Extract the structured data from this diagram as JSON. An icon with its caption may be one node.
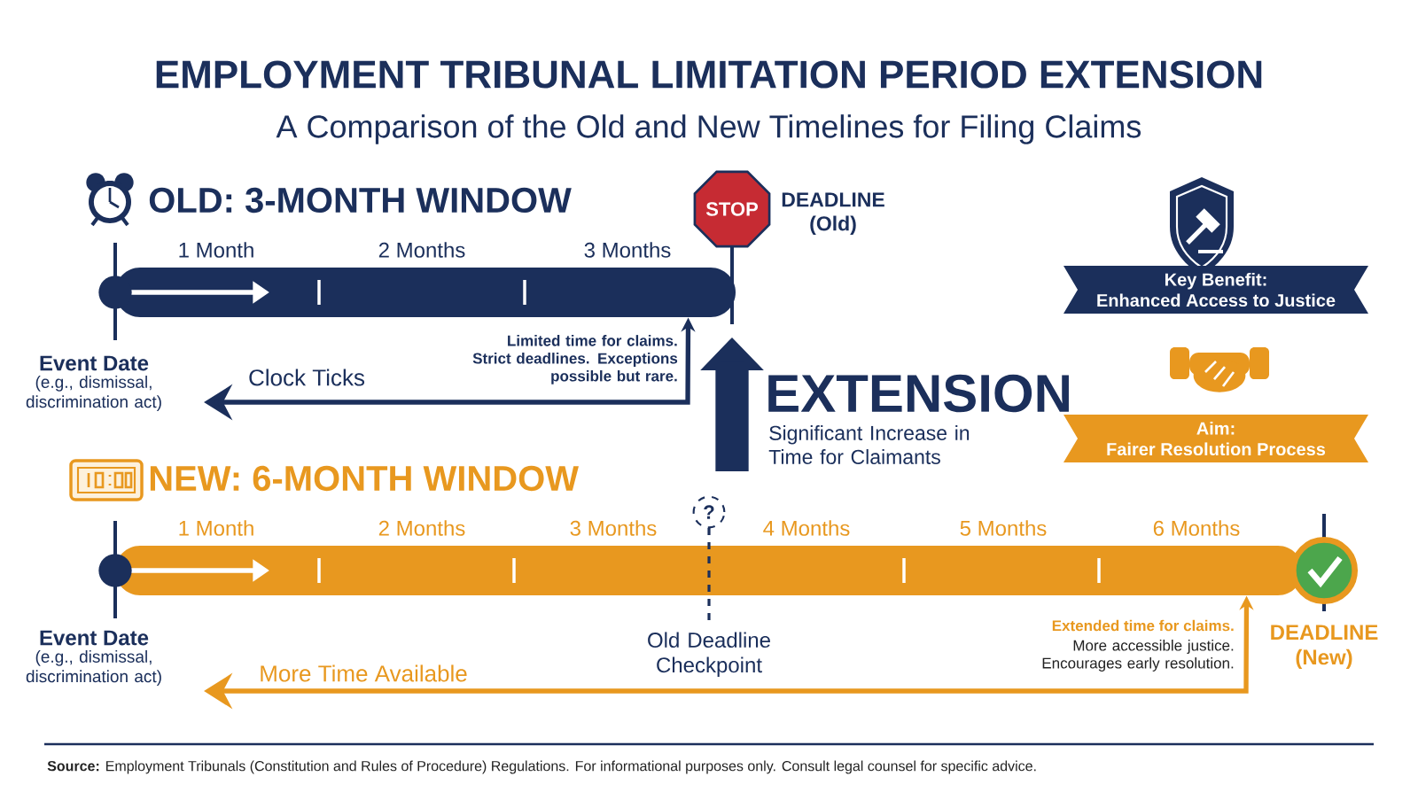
{
  "diagram": {
    "title": "EMPLOYMENT TRIBUNAL LIMITATION PERIOD EXTENSION",
    "nodes": [
      {
        "text": [],
        "shape": "bar",
        "beside": [
          "1 Month",
          "2 Months",
          "3 Months"
        ]
      },
      {
        "text": [
          "STOP"
        ],
        "beside": [
          "DEADLINE (Old)"
        ]
      },
      {
        "text": [],
        "shape": "bar",
        "beside": [
          "1 Month",
          "2 Months",
          "3 Months",
          "4 Months",
          "5 Months",
          "6 Months"
        ]
      },
      {
        "text": [
          "?"
        ],
        "beside": [
          "Old Deadline Checkpoint"
        ]
      },
      {
        "text": [],
        "shape": "circle",
        "beside": [
          "DEADLINE (New)"
        ]
      },
      {
        "text": [
          "Key Benefit:",
          "Enhanced Access to Justice"
        ]
      },
      {
        "text": [
          "Aim:",
          "Fairer Resolution Process"
        ]
      }
    ],
    "edges": [
      {
        "from": null,
        "to": 0,
        "arrow": "both",
        "label": "Clock Ticks"
      },
      {
        "from": null,
        "to": 2,
        "arrow": "both",
        "label": "More Time Available",
        "color": "#e8981f"
      },
      {
        "from": null,
        "to": 1,
        "arrow": "to",
        "style": "thick"
      }
    ],
    "labels": [
      "A Comparison of the Old and New Timelines for Filing Claims",
      "OLD: 3-MONTH WINDOW",
      "Event Date",
      "(e.g., dismissal, discrimination act)",
      "Limited time for claims. Strict deadlines. Exceptions possible but rare.",
      "EXTENSION",
      "Significant Increase in Time for Claimants",
      "NEW: 6-MONTH WINDOW",
      "Event Date",
      "(e.g., dismissal, discrimination act)",
      "Extended time for claims.",
      "More accessible justice. Encourages early resolution.",
      "**Source:** Employment Tribunals (Constitution and Rules of Procedure) Regulations. For informational purposes only. Consult legal counsel for specific advice."
    ]
  }
}
